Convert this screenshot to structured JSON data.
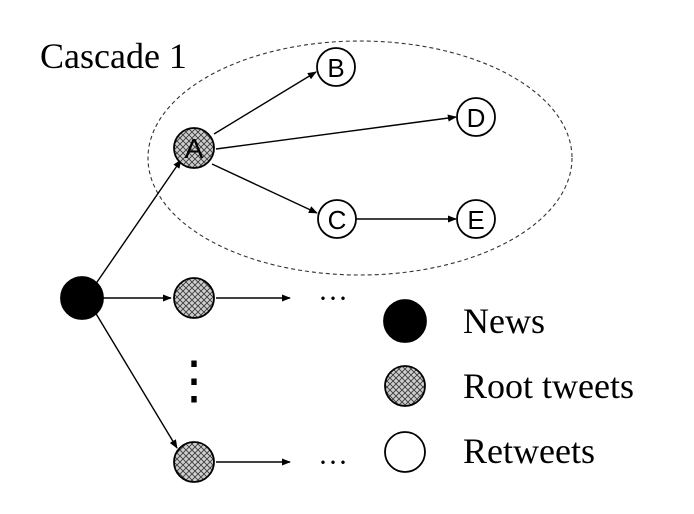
{
  "cascade_label": "Cascade 1",
  "nodes": {
    "a": "A",
    "b": "B",
    "c": "C",
    "d": "D",
    "e": "E"
  },
  "ellipsis": {
    "upper": "···",
    "lower": "···",
    "vertical": "⋮"
  },
  "legend": {
    "news": "News",
    "root_tweets": "Root tweets",
    "retweets": "Retweets"
  },
  "colors": {
    "news": "#000000",
    "retweet": "#ffffff",
    "stroke": "#000000"
  }
}
